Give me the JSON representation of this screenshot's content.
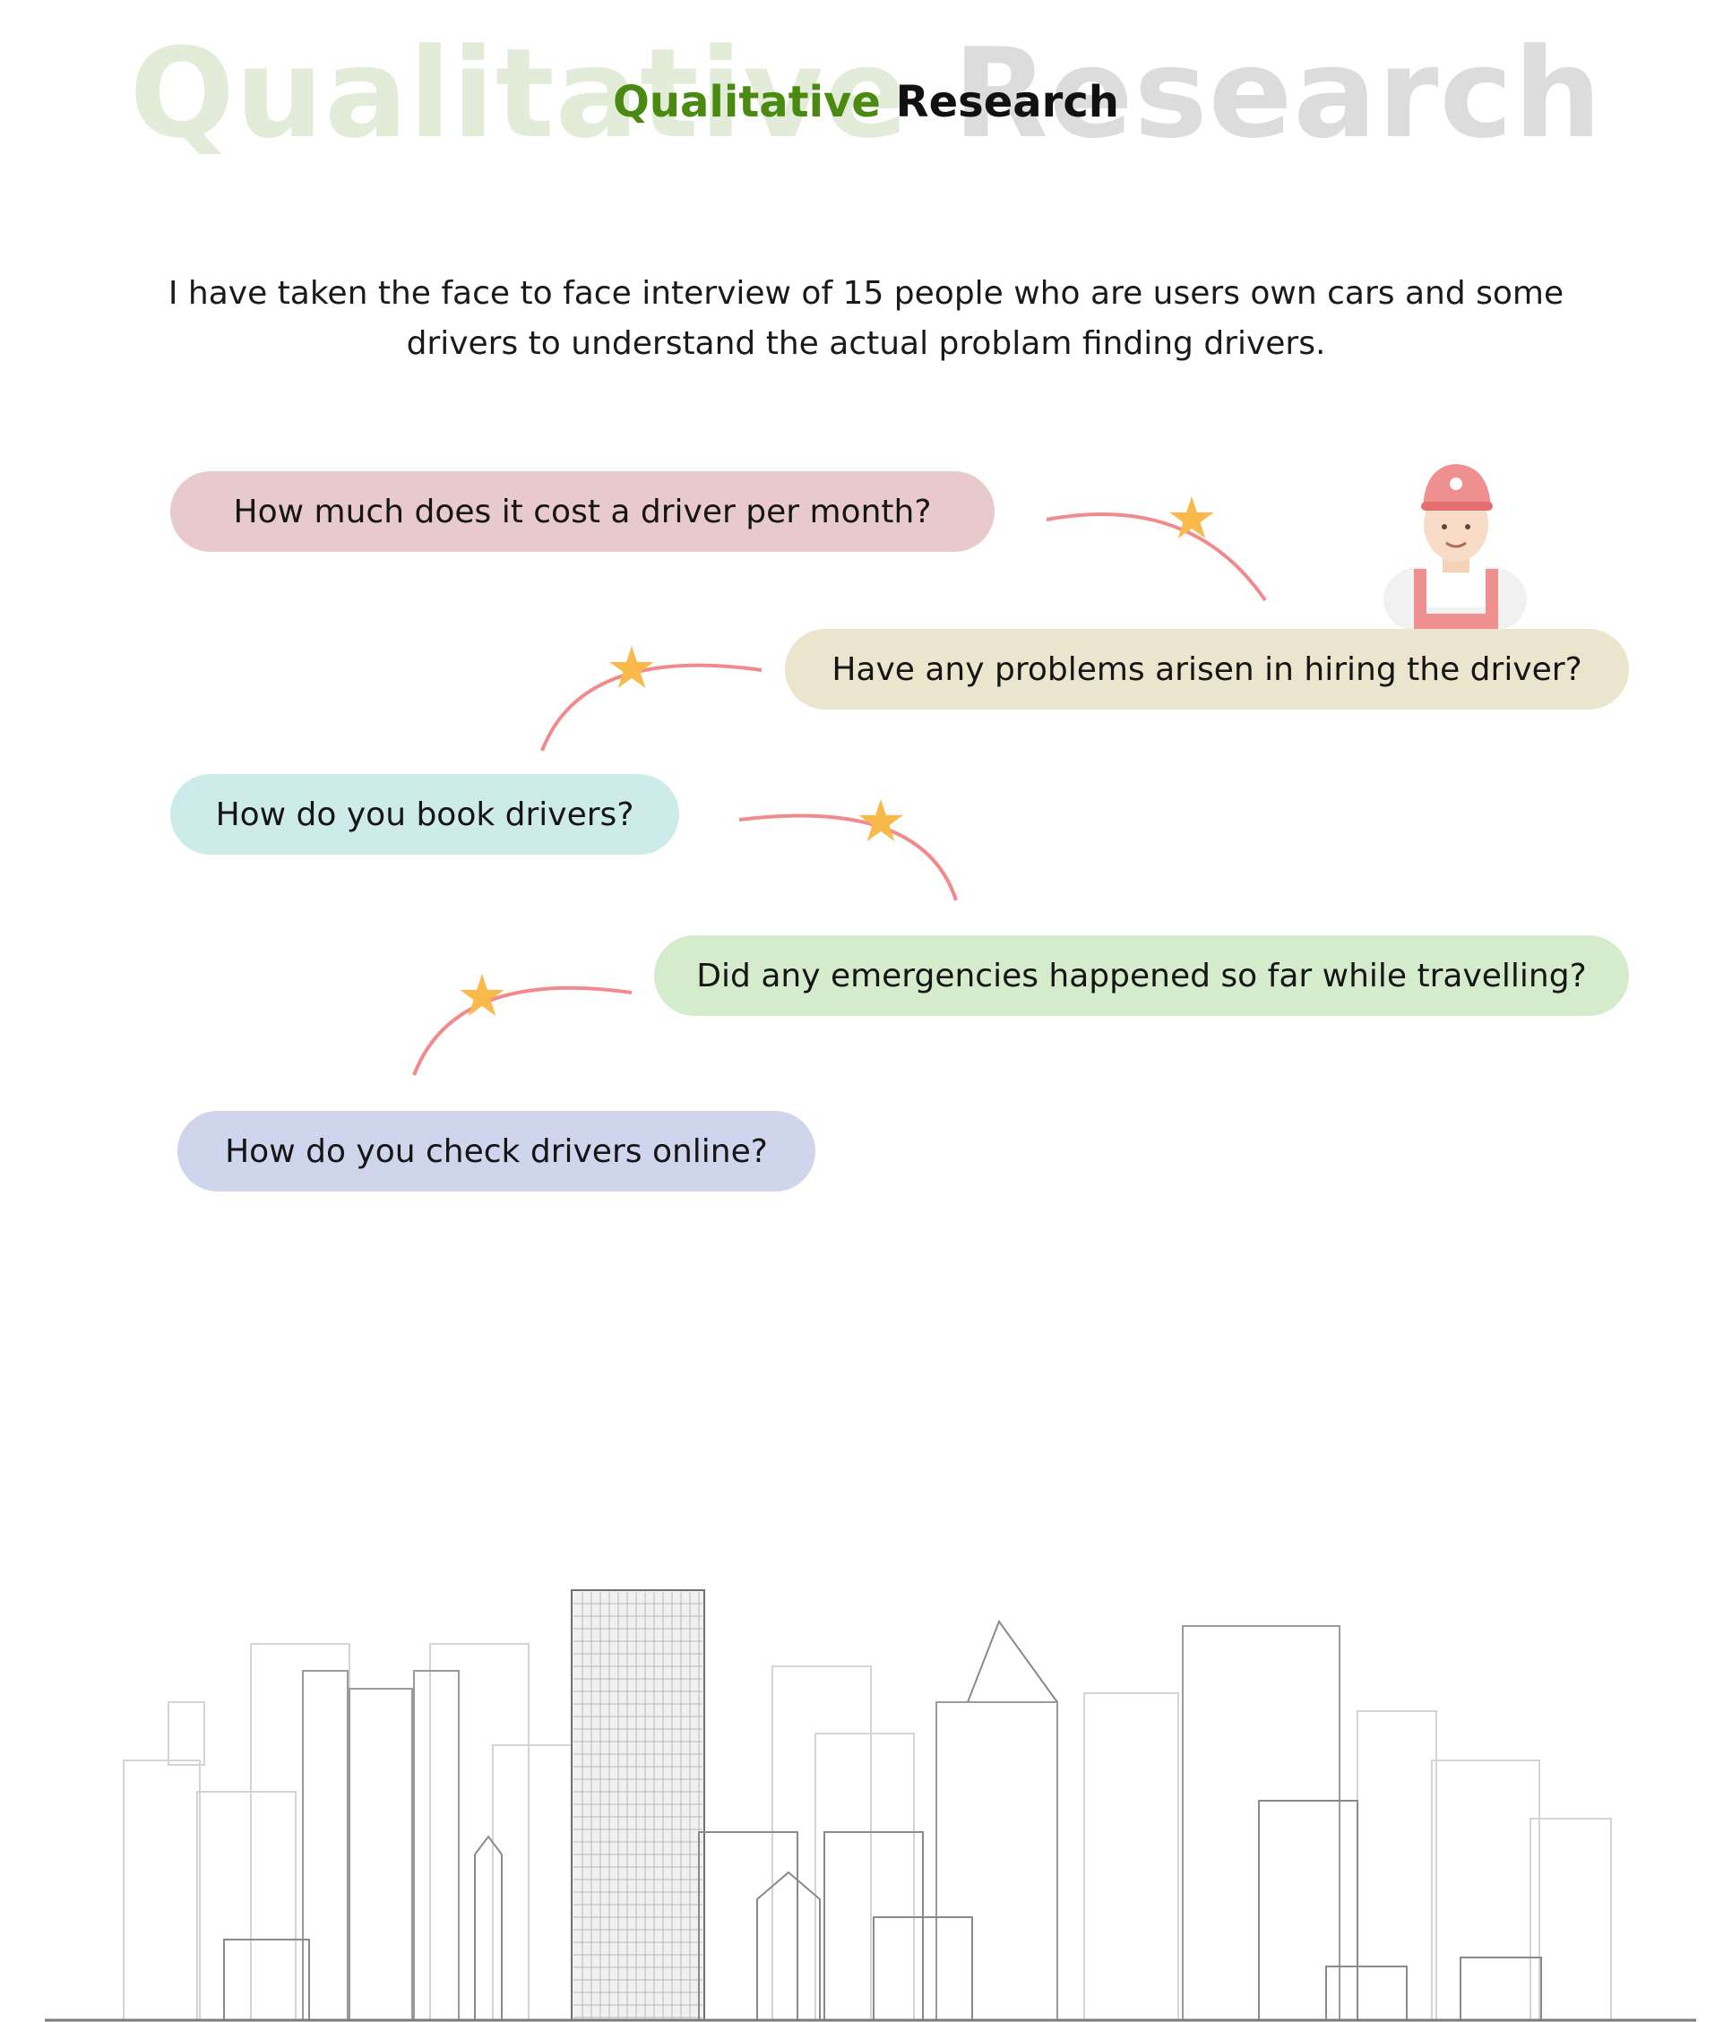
{
  "header": {
    "background_word_1": "Qualitative",
    "background_word_2": "Research",
    "title_word_1": "Qualitative",
    "title_word_2": "Research"
  },
  "intro": "I have taken the face to face interview of 15 people who are users own cars and some drivers to understand the actual problam finding drivers.",
  "questions": [
    {
      "text": "How much does it cost a driver per month?",
      "color": "#e9cacc"
    },
    {
      "text": "Have any problems arisen in hiring the driver?",
      "color": "#ece5cd"
    },
    {
      "text": "How do you book drivers?",
      "color": "#cdebe9"
    },
    {
      "text": "Did any emergencies happened so far while travelling?",
      "color": "#d5eccc"
    },
    {
      "text": "How do you check drivers online?",
      "color": "#cfd5ec"
    }
  ],
  "colors": {
    "accent_green": "#4b8a10",
    "connector": "#f28a8c",
    "star": "#f9b94b"
  },
  "icons": [
    "star-icon",
    "driver-illustration",
    "city-skyline-illustration"
  ]
}
